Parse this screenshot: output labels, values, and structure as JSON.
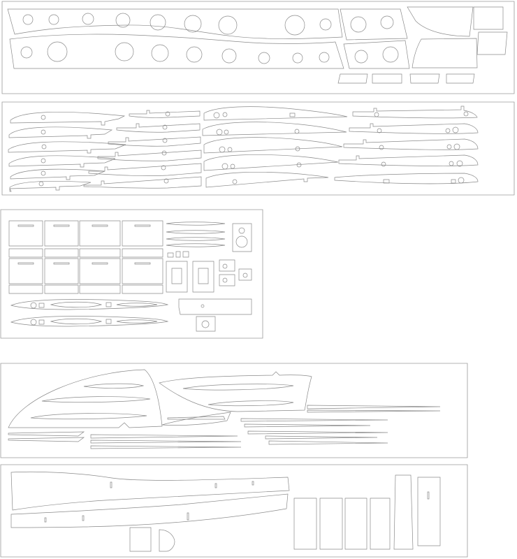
{
  "document": {
    "title": "",
    "line_color": "#8a8a8a",
    "frame_color": "#9a9a9a",
    "background": "#ffffff"
  },
  "panels": [
    {
      "id": "fuselage-formers"
    },
    {
      "id": "wing-ribs"
    },
    {
      "id": "small-parts"
    },
    {
      "id": "tail-surfaces"
    },
    {
      "id": "fuselage-sides-and-sheets"
    }
  ]
}
